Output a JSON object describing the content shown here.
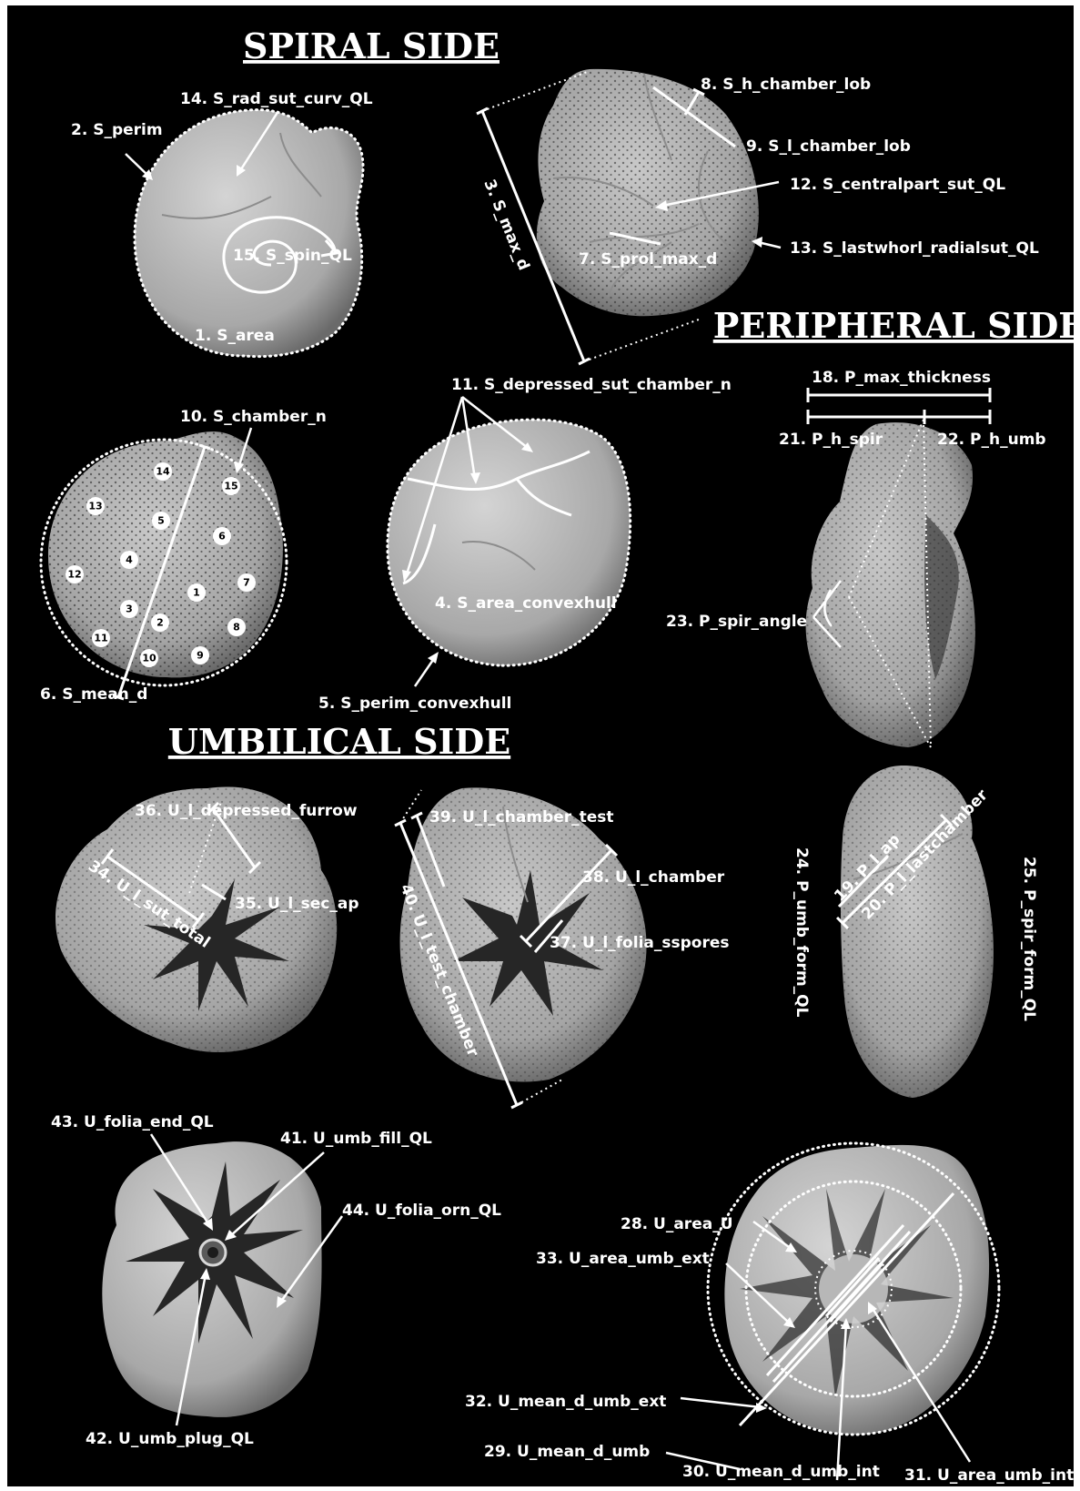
{
  "headings": {
    "spiral": "SPIRAL SIDE",
    "peripheral": "PERIPHERAL SIDE",
    "umbilical": "UMBILICAL  SIDE"
  },
  "labels": {
    "s_area": "1. S_area",
    "s_perim": "2. S_perim",
    "s_max_d": "3. S_max_d",
    "s_area_convexhull": "4. S_area_convexhull",
    "s_perim_convexhull": "5. S_perim_convexhull",
    "s_mean_d": "6. S_mean_d",
    "s_prol_max_d": "7. S_prol_max_d",
    "s_h_chamber_lob": "8. S_h_chamber_lob",
    "s_l_chamber_lob": "9. S_l_chamber_lob",
    "s_chamber_n": "10. S_chamber_n",
    "s_depressed_sut_chamber_n": "11. S_depressed_sut_chamber_n",
    "s_centralpart_sut_ql": "12. S_centralpart_sut_QL",
    "s_lastwhorl_radialsut_ql": "13. S_lastwhorl_radialsut_QL",
    "s_rad_sut_curv_ql": "14. S_rad_sut_curv_QL",
    "s_spin_ql": "15. S_spin_QL",
    "p_max_thickness": "18. P_max_thickness",
    "p_l_ap": "19. P_l_ap",
    "p_l_lastchamber": "20. P_l_lastchamber",
    "p_h_spir": "21. P_h_spir",
    "p_h_umb": "22. P_h_umb",
    "p_spir_angle": "23. P_spir_angle",
    "p_umb_form_ql": "24. P_umb_form_QL",
    "p_spir_form_ql": "25. P_spir_form_QL",
    "u_area_u": "28. U_area_U",
    "u_mean_d_umb": "29. U_mean_d_umb",
    "u_mean_d_umb_int": "30. U_mean_d_umb_int",
    "u_area_umb_int": "31. U_area_umb_int",
    "u_mean_d_umb_ext": "32. U_mean_d_umb_ext",
    "u_area_umb_ext": "33. U_area_umb_ext",
    "u_l_sut_total": "34. U_l_sut_total",
    "u_l_sec_ap": "35. U_l_sec_ap",
    "u_l_depressed_furrow": "36. U_l_depressed_furrow",
    "u_l_folia_sspores": "37. U_l_folia_sspores",
    "u_l_chamber": "38. U_l_chamber",
    "u_l_chamber_test": "39. U_l_chamber_test",
    "u_l_test_chamber": "40. U_l_test_chamber",
    "u_umb_fill_ql": "41. U_umb_fill_QL",
    "u_umb_plug_ql": "42. U_umb_plug_QL",
    "u_folia_end_ql": "43. U_folia_end_QL",
    "u_folia_orn_ql": "44. U_folia_orn_QL"
  },
  "chamber_numbers": [
    "1",
    "2",
    "3",
    "4",
    "5",
    "6",
    "7",
    "8",
    "9",
    "10",
    "11",
    "12",
    "13",
    "14",
    "15"
  ]
}
